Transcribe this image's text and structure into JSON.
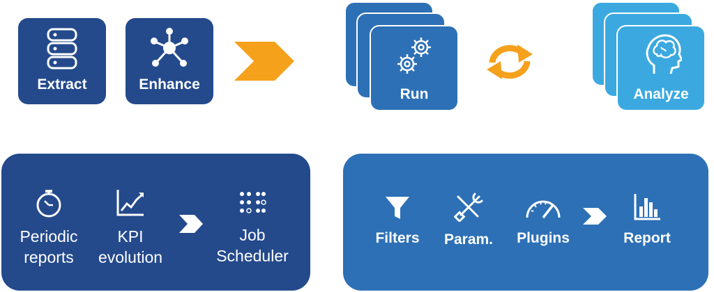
{
  "top": {
    "extract_label": "Extract",
    "enhance_label": "Enhance",
    "run_label": "Run",
    "analyze_label": "Analyze"
  },
  "bottom_left": {
    "items": [
      {
        "label": "Periodic\nreports",
        "icon": "stopwatch-icon"
      },
      {
        "label": "KPI\nevolution",
        "icon": "trend-chart-icon"
      },
      {
        "label": "Job\nScheduler",
        "icon": "dot-grid-icon"
      }
    ]
  },
  "bottom_right": {
    "items": [
      {
        "label": "Filters",
        "icon": "funnel-icon"
      },
      {
        "label": "Param.",
        "icon": "tools-icon"
      },
      {
        "label": "Plugins",
        "icon": "gauge-icon"
      },
      {
        "label": "Report",
        "icon": "bar-chart-icon"
      }
    ]
  },
  "colors": {
    "dark_blue": "#244a8c",
    "mid_blue": "#2d70b6",
    "light_blue": "#3ba9e0",
    "orange": "#f5a11c"
  }
}
